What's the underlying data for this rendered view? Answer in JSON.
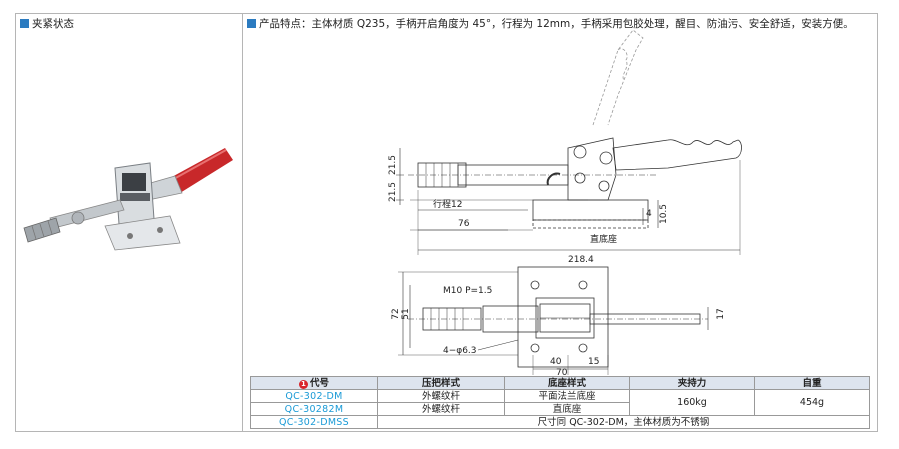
{
  "left_panel": {
    "title": "夹紧状态"
  },
  "right_panel": {
    "description": "产品特点：主体材质 Q235，手柄开启角度为 45°，行程为 12mm，手柄采用包胶处理，醒目、防油污、安全舒适，安装方便。"
  },
  "drawing": {
    "side_view": {
      "dim_21_5_top": "21.5",
      "dim_21_5_bottom": "21.5",
      "stroke_label": "行程12",
      "dim_76": "76",
      "dim_4": "4",
      "dim_10_5": "10.5",
      "base_label": "直底座",
      "dim_218_4": "218.4"
    },
    "top_view": {
      "thread_label": "M10 P=1.5",
      "dim_72": "72",
      "dim_51": "51",
      "dim_17": "17",
      "hole_label": "4−φ6.3",
      "dim_40": "40",
      "dim_15": "15",
      "dim_70": "70"
    }
  },
  "table": {
    "badge": "1",
    "headers": [
      "代号",
      "压把样式",
      "底座样式",
      "夹持力",
      "自重"
    ],
    "rows": [
      {
        "code": "QC-302-DM",
        "handle": "外螺纹杆",
        "base": "平面法兰底座"
      },
      {
        "code": "QC-30282M",
        "handle": "外螺纹杆",
        "base": "直底座"
      }
    ],
    "clamp_force": "160kg",
    "weight": "454g",
    "last_row": {
      "code": "QC-302-DMSS",
      "note": "尺寸同 QC-302-DM，主体材质为不锈钢"
    }
  },
  "colors": {
    "accent": "#2b7bc0",
    "code_text": "#1a9ad6",
    "header_bg": "#dde4ee",
    "handle_red": "#c8282a"
  }
}
